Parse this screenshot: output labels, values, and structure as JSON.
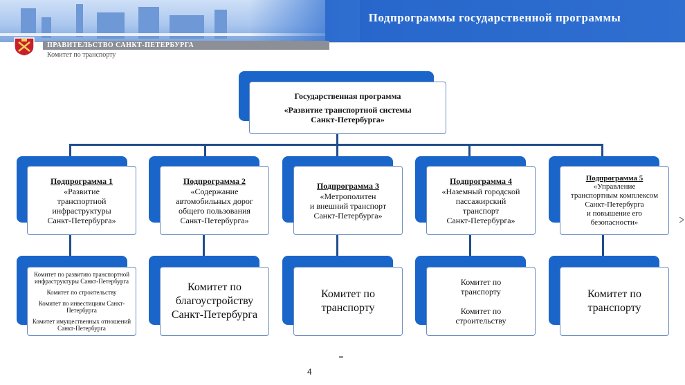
{
  "header": {
    "title": "Подпрограммы государственной программы",
    "government_label": "ПРАВИТЕЛЬСТВО САНКТ-ПЕТЕРБУРГА",
    "committee_label": "Комитет по транспорту",
    "colors": {
      "header_blue": "#2563c9",
      "card_shadow": "#1a65c9",
      "border": "#6b8cc0"
    }
  },
  "program": {
    "line1": "Государственная программа",
    "line2": "«Развитие транспортной системы",
    "line3": "Санкт-Петербурга»"
  },
  "subprograms": [
    {
      "heading": "Подпрограмма 1",
      "lines": [
        "«Развитие",
        "транспортной",
        "инфраструктуры",
        "Санкт-Петербурга»"
      ],
      "committees": [
        "Комитет по развитию транспортной инфраструктуры Санкт-Петербурга",
        "Комитет по строительству",
        "Комитет по инвестициям Санкт-Петербурга",
        "Комитет имущественных отношений Санкт-Петербурга"
      ]
    },
    {
      "heading": "Подпрограмма 2",
      "lines": [
        "«Содержание",
        "автомобильных дорог",
        "общего пользования",
        "Санкт-Петербурга»"
      ],
      "committees": [
        "Комитет по",
        "благоустройству",
        "Санкт-Петербурга"
      ]
    },
    {
      "heading": "Подпрограмма 3",
      "lines": [
        "«Метрополитен",
        "и внешний транспорт",
        "Санкт-Петербурга»"
      ],
      "committees": [
        "Комитет по",
        "транспорту"
      ]
    },
    {
      "heading": "Подпрограмма 4",
      "lines": [
        "«Наземный городской",
        "пассажирский",
        "транспорт",
        "Санкт-Петербурга»"
      ],
      "committees": [
        "Комитет по транспорту",
        "Комитет по строительству"
      ]
    },
    {
      "heading": "Подпрограмма 5",
      "lines": [
        "«Управление",
        "транспортным комплексом",
        "Санкт-Петербурга",
        "и повышение его",
        "безопасности»"
      ],
      "committees": [
        "Комитет по",
        "транспорту"
      ]
    }
  ],
  "page_number": "4"
}
